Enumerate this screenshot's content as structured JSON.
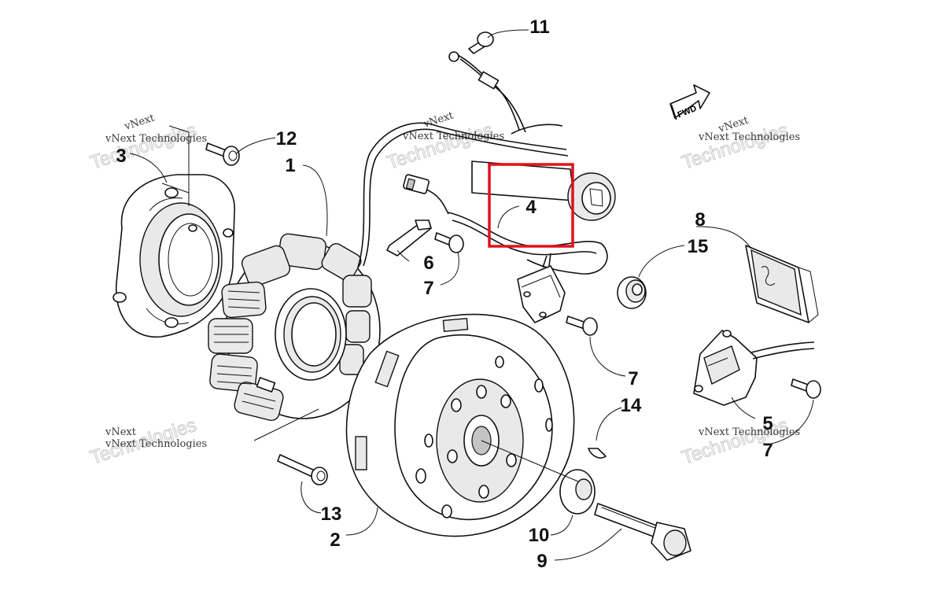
{
  "diagram": {
    "callouts": [
      "1",
      "2",
      "3",
      "4",
      "5",
      "6",
      "7",
      "7",
      "7",
      "8",
      "9",
      "10",
      "11",
      "12",
      "13",
      "14",
      "15"
    ],
    "fwd_label": "FWD",
    "watermark_line1": "vNext",
    "watermark_line2": "vNext Technologies",
    "watermark_big": "Technologies",
    "highlight_color": "#e0121b"
  }
}
